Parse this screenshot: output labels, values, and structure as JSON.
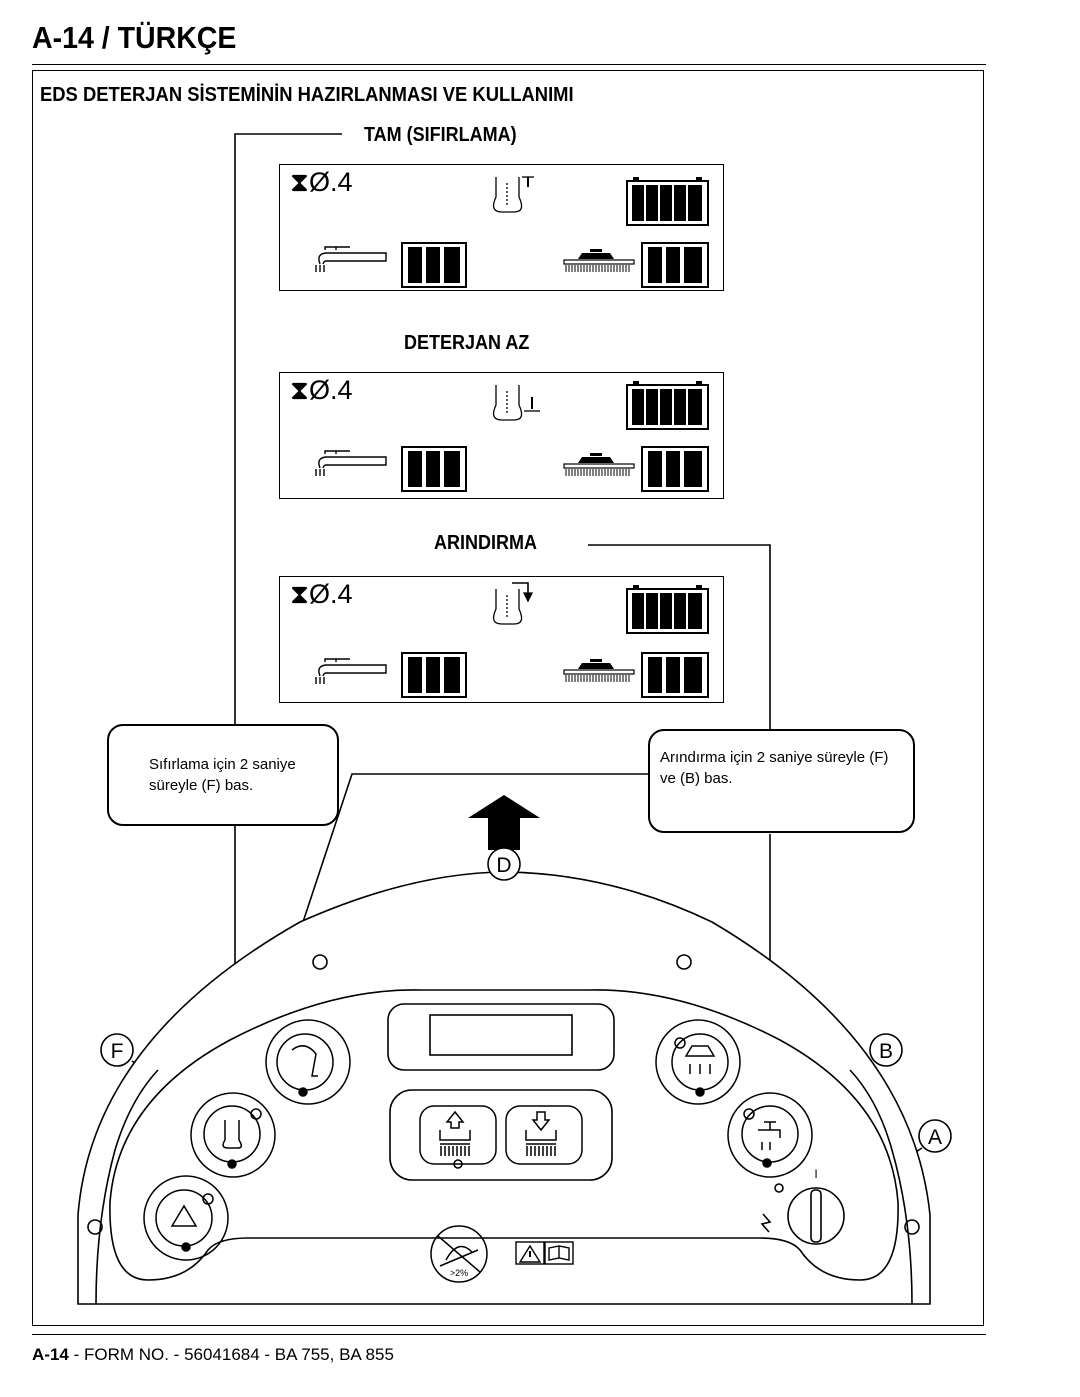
{
  "page_title": "A-14 / TÜRKÇE",
  "section_title": "EDS DETERJAN SİSTEMİNİN HAZIRLANMASI VE KULLANIMI",
  "displays": [
    {
      "label": "TAM (SIFIRLAMA)",
      "timer": "Ø.4"
    },
    {
      "label": "DETERJAN AZ",
      "timer": "Ø.4"
    },
    {
      "label": "ARINDIRMA",
      "timer": "Ø.4"
    }
  ],
  "callouts": {
    "left": "Sıfırlama için 2 saniye süreyle (F) bas.",
    "right": "Arındırma için 2 saniye süreyle (F) ve (B) bas."
  },
  "markers": {
    "a": "A",
    "b": "B",
    "d": "D",
    "f": "F"
  },
  "panel": {
    "incline_label": ">2%",
    "switch_mark": "I"
  },
  "footer": {
    "page": "A-14",
    "rest": " - FORM NO. - 56041684 - BA 755, BA 855"
  },
  "icons": [
    "hourglass-icon",
    "detergent-flask-icon",
    "battery-icon",
    "squeegee-icon",
    "brush-deck-icon",
    "recovery-lift-icon",
    "scrub-deck-up-icon",
    "scrub-deck-down-icon",
    "solution-tap-icon",
    "recycle-icon",
    "no-incline-icon",
    "warning-icon",
    "manual-icon"
  ]
}
